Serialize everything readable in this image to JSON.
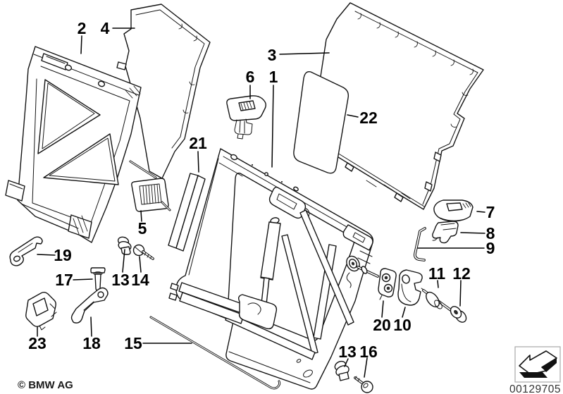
{
  "diagram": {
    "kind": "exploded-parts-diagram",
    "copyright": "© BMW AG",
    "stamp_number": "00129705",
    "stamp_icon": "arrow-down-left-3d-icon",
    "colors": {
      "background": "#ffffff",
      "line": "#141414",
      "label": "#000000"
    },
    "callouts": [
      {
        "label": "2"
      },
      {
        "label": "4"
      },
      {
        "label": "3"
      },
      {
        "label": "6"
      },
      {
        "label": "1"
      },
      {
        "label": "22"
      },
      {
        "label": "21"
      },
      {
        "label": "5"
      },
      {
        "label": "19"
      },
      {
        "label": "17"
      },
      {
        "label": "13"
      },
      {
        "label": "14"
      },
      {
        "label": "23"
      },
      {
        "label": "18"
      },
      {
        "label": "15"
      },
      {
        "label": "7"
      },
      {
        "label": "8"
      },
      {
        "label": "9"
      },
      {
        "label": "11"
      },
      {
        "label": "12"
      },
      {
        "label": "20"
      },
      {
        "label": "10"
      },
      {
        "label": "13"
      },
      {
        "label": "16"
      }
    ]
  }
}
